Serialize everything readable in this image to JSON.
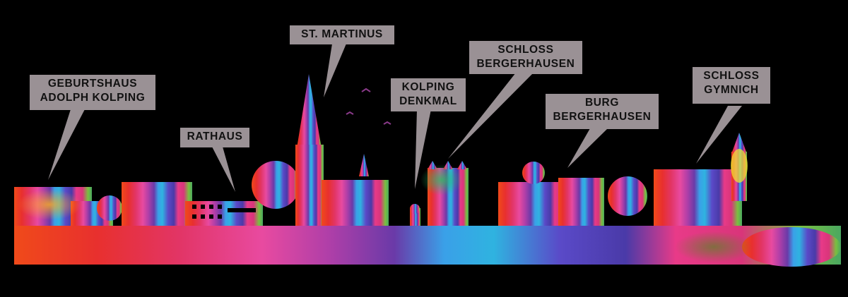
{
  "landmarks": [
    {
      "id": "geburtshaus",
      "lines": [
        "GEBURTSHAUS",
        "ADOLPH KOLPING"
      ]
    },
    {
      "id": "rathaus",
      "lines": [
        "RATHAUS"
      ]
    },
    {
      "id": "st-martinus",
      "lines": [
        "ST. MARTINUS"
      ]
    },
    {
      "id": "kolping-denkmal",
      "lines": [
        "KOLPING",
        "DENKMAL"
      ]
    },
    {
      "id": "schloss-bergerhausen",
      "lines": [
        "SCHLOSS",
        "BERGERHAUSEN"
      ]
    },
    {
      "id": "burg-bergerhausen",
      "lines": [
        "BURG",
        "BERGERHAUSEN"
      ]
    },
    {
      "id": "schloss-gymnich",
      "lines": [
        "SCHLOSS",
        "GYMNICH"
      ]
    }
  ],
  "colors": {
    "background": "#000000",
    "label_fill": "#9a9195",
    "label_text": "#111111"
  }
}
